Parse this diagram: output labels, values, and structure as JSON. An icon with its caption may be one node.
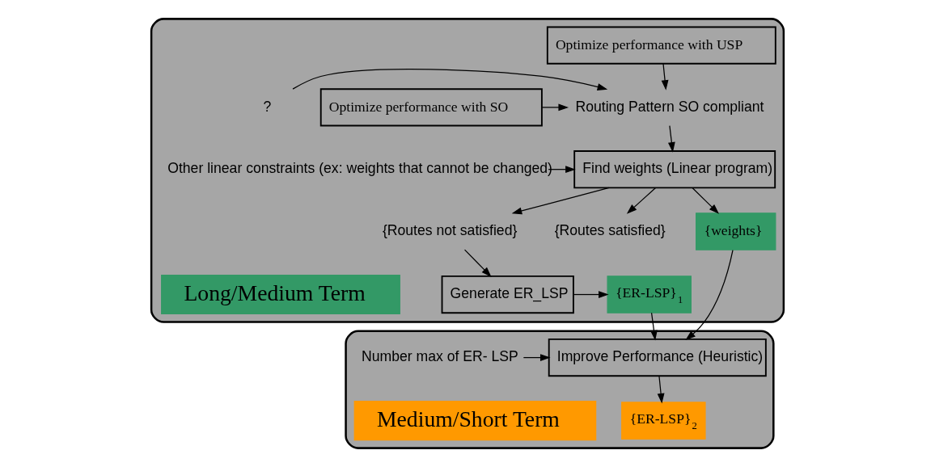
{
  "diagram": {
    "nodes": [
      {
        "text": [],
        "shape": "box"
      },
      {
        "text": [
          "?"
        ],
        "in": 0
      },
      {
        "text": [
          "Routing Pattern SO compliant"
        ],
        "in": 0
      },
      {
        "text": [
          "Optimize performance with SO"
        ],
        "in": 0
      },
      {
        "text": [
          "Optimize performance with USP"
        ],
        "in": 0
      },
      {
        "text": [
          "Find weights (Linear program)"
        ],
        "in": 0
      },
      {
        "text": [
          "Other linear constraints (ex: weights that cannot be changed)"
        ],
        "in": 0
      },
      {
        "text": [
          "{weights}"
        ],
        "in": 0
      },
      {
        "text": [
          "{Routes satisfied}"
        ],
        "in": 0
      },
      {
        "text": [
          "{Routes not satisfied}"
        ],
        "in": 0
      },
      {
        "text": [
          "Long/Medium Term"
        ],
        "in": 0
      },
      {
        "text": [
          "{ER-LSP}$_{1}$"
        ],
        "in": 0
      },
      {
        "text": [
          "Generate ER_LSP"
        ],
        "in": 0
      },
      {
        "text": [],
        "shape": "box"
      },
      {
        "text": [
          "Improve Performance (Heuristic)"
        ],
        "in": 13
      },
      {
        "text": [
          "Number max of ER- LSP"
        ],
        "in": 13
      },
      {
        "text": [
          "Medium/Short Term"
        ],
        "in": 13
      },
      {
        "text": [
          "{ER-LSP}$_{2}$"
        ],
        "in": 13
      }
    ],
    "edges": [
      {
        "from": 1,
        "to": 2,
        "arrow": "to"
      },
      {
        "from": 3,
        "to": 2,
        "arrow": "to"
      },
      {
        "from": 4,
        "to": 2,
        "arrow": "to"
      },
      {
        "from": 2,
        "to": 5,
        "arrow": "to"
      },
      {
        "from": 6,
        "to": 5,
        "arrow": "to"
      },
      {
        "from": 5,
        "to": 7,
        "arrow": "to"
      },
      {
        "from": 5,
        "to": 8,
        "arrow": "to"
      },
      {
        "from": 5,
        "to": 9,
        "arrow": "to"
      },
      {
        "from": 9,
        "to": 12,
        "arrow": "to"
      },
      {
        "from": 12,
        "to": 11,
        "arrow": "to"
      },
      {
        "from": 7,
        "to": 14,
        "arrow": "to"
      },
      {
        "from": 11,
        "to": 14,
        "arrow": "to"
      },
      {
        "from": 15,
        "to": 14,
        "arrow": "to"
      },
      {
        "from": 14,
        "to": 17,
        "arrow": "to"
      }
    ]
  }
}
